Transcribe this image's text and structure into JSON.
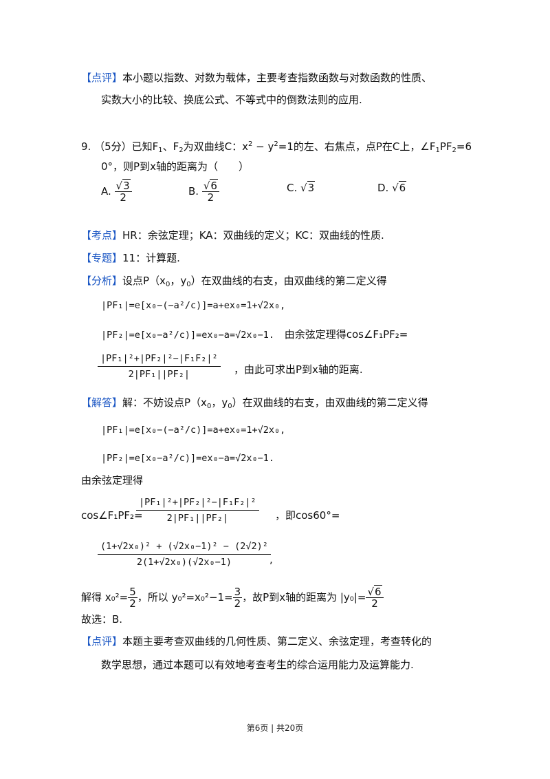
{
  "review_top": {
    "tag": "【点评】",
    "line1": "本小题以指数、对数为载体，主要考查指数函数与对数函数的性质、",
    "line2": "实数大小的比较、换底公式、不等式中的倒数法则的应用."
  },
  "question": {
    "number": "9.",
    "score": "（5分）已知F",
    "q_sub1": "1",
    "q_t2": "、F",
    "q_sub2": "2",
    "q_t3": "为双曲线C：x",
    "q_sup1": "2",
    "q_t4": " − y",
    "q_sup2": "2",
    "q_t5": "=1的左、右焦点，点P在C上，∠F",
    "q_sub3": "1",
    "q_t6": "PF",
    "q_sub4": "2",
    "q_t7": "=6",
    "line2": "0°，则P到x轴的距离为（　　）"
  },
  "options": [
    {
      "label": "A.",
      "rad": "3",
      "den": "2"
    },
    {
      "label": "B.",
      "rad": "6",
      "den": "2"
    },
    {
      "label": "C.",
      "rad": "3"
    },
    {
      "label": "D.",
      "rad": "6"
    }
  ],
  "kaodian": {
    "tag": "【考点】",
    "text": "HR：余弦定理；KA：双曲线的定义；KC：双曲线的性质."
  },
  "zhuanti": {
    "tag": "【专题】",
    "text": "11：计算题."
  },
  "fenxi": {
    "tag": "【分析】",
    "t1": "设点P（x",
    "s1": "0",
    "t2": "，y",
    "s2": "0",
    "t3": "）在双曲线的右支，由双曲线的第二定义得",
    "eq1": "|PF₁|=e[x₀−(−a²/c)]=a+ex₀=1+√2x₀,",
    "eq2": "|PF₂|=e[x₀−a²/c)]=ex₀−a=√2x₀−1.",
    "eq2_tail": "由余弦定理得cos∠F₁PF₂=",
    "frac_num": "|PF₁|²+|PF₂|²−|F₁F₂|²",
    "frac_den": "2|PF₁||PF₂|",
    "frac_tail": "，由此可求出P到x轴的距离."
  },
  "jieda": {
    "tag": "【解答】",
    "t1": "解：不妨设点P（x",
    "s1": "0",
    "t2": "，y",
    "s2": "0",
    "t3": "）在双曲线的右支，由双曲线的第二定义得",
    "eq1": "|PF₁|=e[x₀−(−a²/c)]=a+ex₀=1+√2x₀,",
    "eq2": "|PF₂|=e[x₀−a²/c)]=ex₀−a=√2x₀−1.",
    "line_cos": "由余弦定理得",
    "cos_label": "cos∠F₁PF₂=",
    "frac_num": "|PF₁|²+|PF₂|²−|F₁F₂|²",
    "frac_den": "2|PF₁||PF₂|",
    "cos_tail": "，即cos60°=",
    "frac2_num": "(1+√2x₀)² + (√2x₀−1)² − (2√2)²",
    "frac2_den": "2(1+√2x₀)(√2x₀−1)",
    "frac2_tail": ",",
    "solve_pre": "解得 x₀²=",
    "solve_f1n": "5",
    "solve_f1d": "2",
    "solve_mid": "，所以 y₀²=x₀²−1=",
    "solve_f2n": "3",
    "solve_f2d": "2",
    "solve_tail": "，故P到x轴的距离为 |y₀|=",
    "solve_f3rad": "6",
    "solve_f3d": "2",
    "choice": "故选：B."
  },
  "review_bottom": {
    "tag": "【点评】",
    "line1": "本题主要考查双曲线的几何性质、第二定义、余弦定理，考查转化的",
    "line2": "数学思想，通过本题可以有效地考查考生的综合运用能力及运算能力."
  },
  "footer": "第6页 | 共20页"
}
